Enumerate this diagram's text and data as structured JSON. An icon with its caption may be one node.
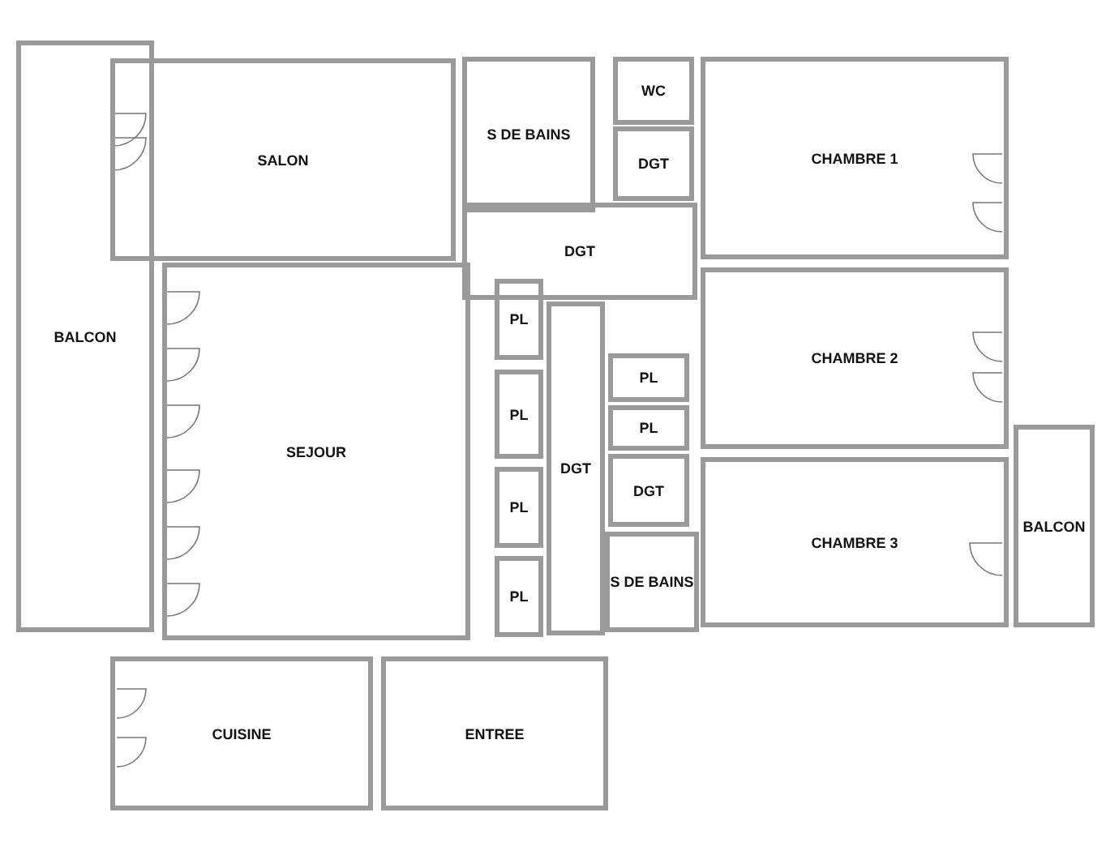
{
  "diagram": {
    "nodes": [
      {
        "text": [
          "SALON"
        ]
      },
      {
        "text": [
          "S DE BAINS"
        ]
      },
      {
        "text": [
          "WC"
        ]
      },
      {
        "text": [
          "DGT"
        ]
      },
      {
        "text": [
          "CHAMBRE 1"
        ]
      },
      {
        "text": [
          "DGT"
        ]
      },
      {
        "text": [
          "BALCON"
        ]
      },
      {
        "text": [
          "SEJOUR"
        ]
      },
      {
        "text": [
          "PL"
        ]
      },
      {
        "text": [
          "PL"
        ]
      },
      {
        "text": [
          "DGT"
        ]
      },
      {
        "text": [
          "PL"
        ]
      },
      {
        "text": [
          "CHAMBRE 2"
        ]
      },
      {
        "text": [
          "PL"
        ]
      },
      {
        "text": [
          "DGT"
        ]
      },
      {
        "text": [
          "PL"
        ]
      },
      {
        "text": [
          "BALCON"
        ]
      },
      {
        "text": [
          "CHAMBRE 3"
        ]
      },
      {
        "text": [
          "PL"
        ]
      },
      {
        "text": [
          "S DE BAINS"
        ]
      },
      {
        "text": [
          "CUISINE"
        ]
      },
      {
        "text": [
          "ENTREE"
        ]
      }
    ]
  }
}
